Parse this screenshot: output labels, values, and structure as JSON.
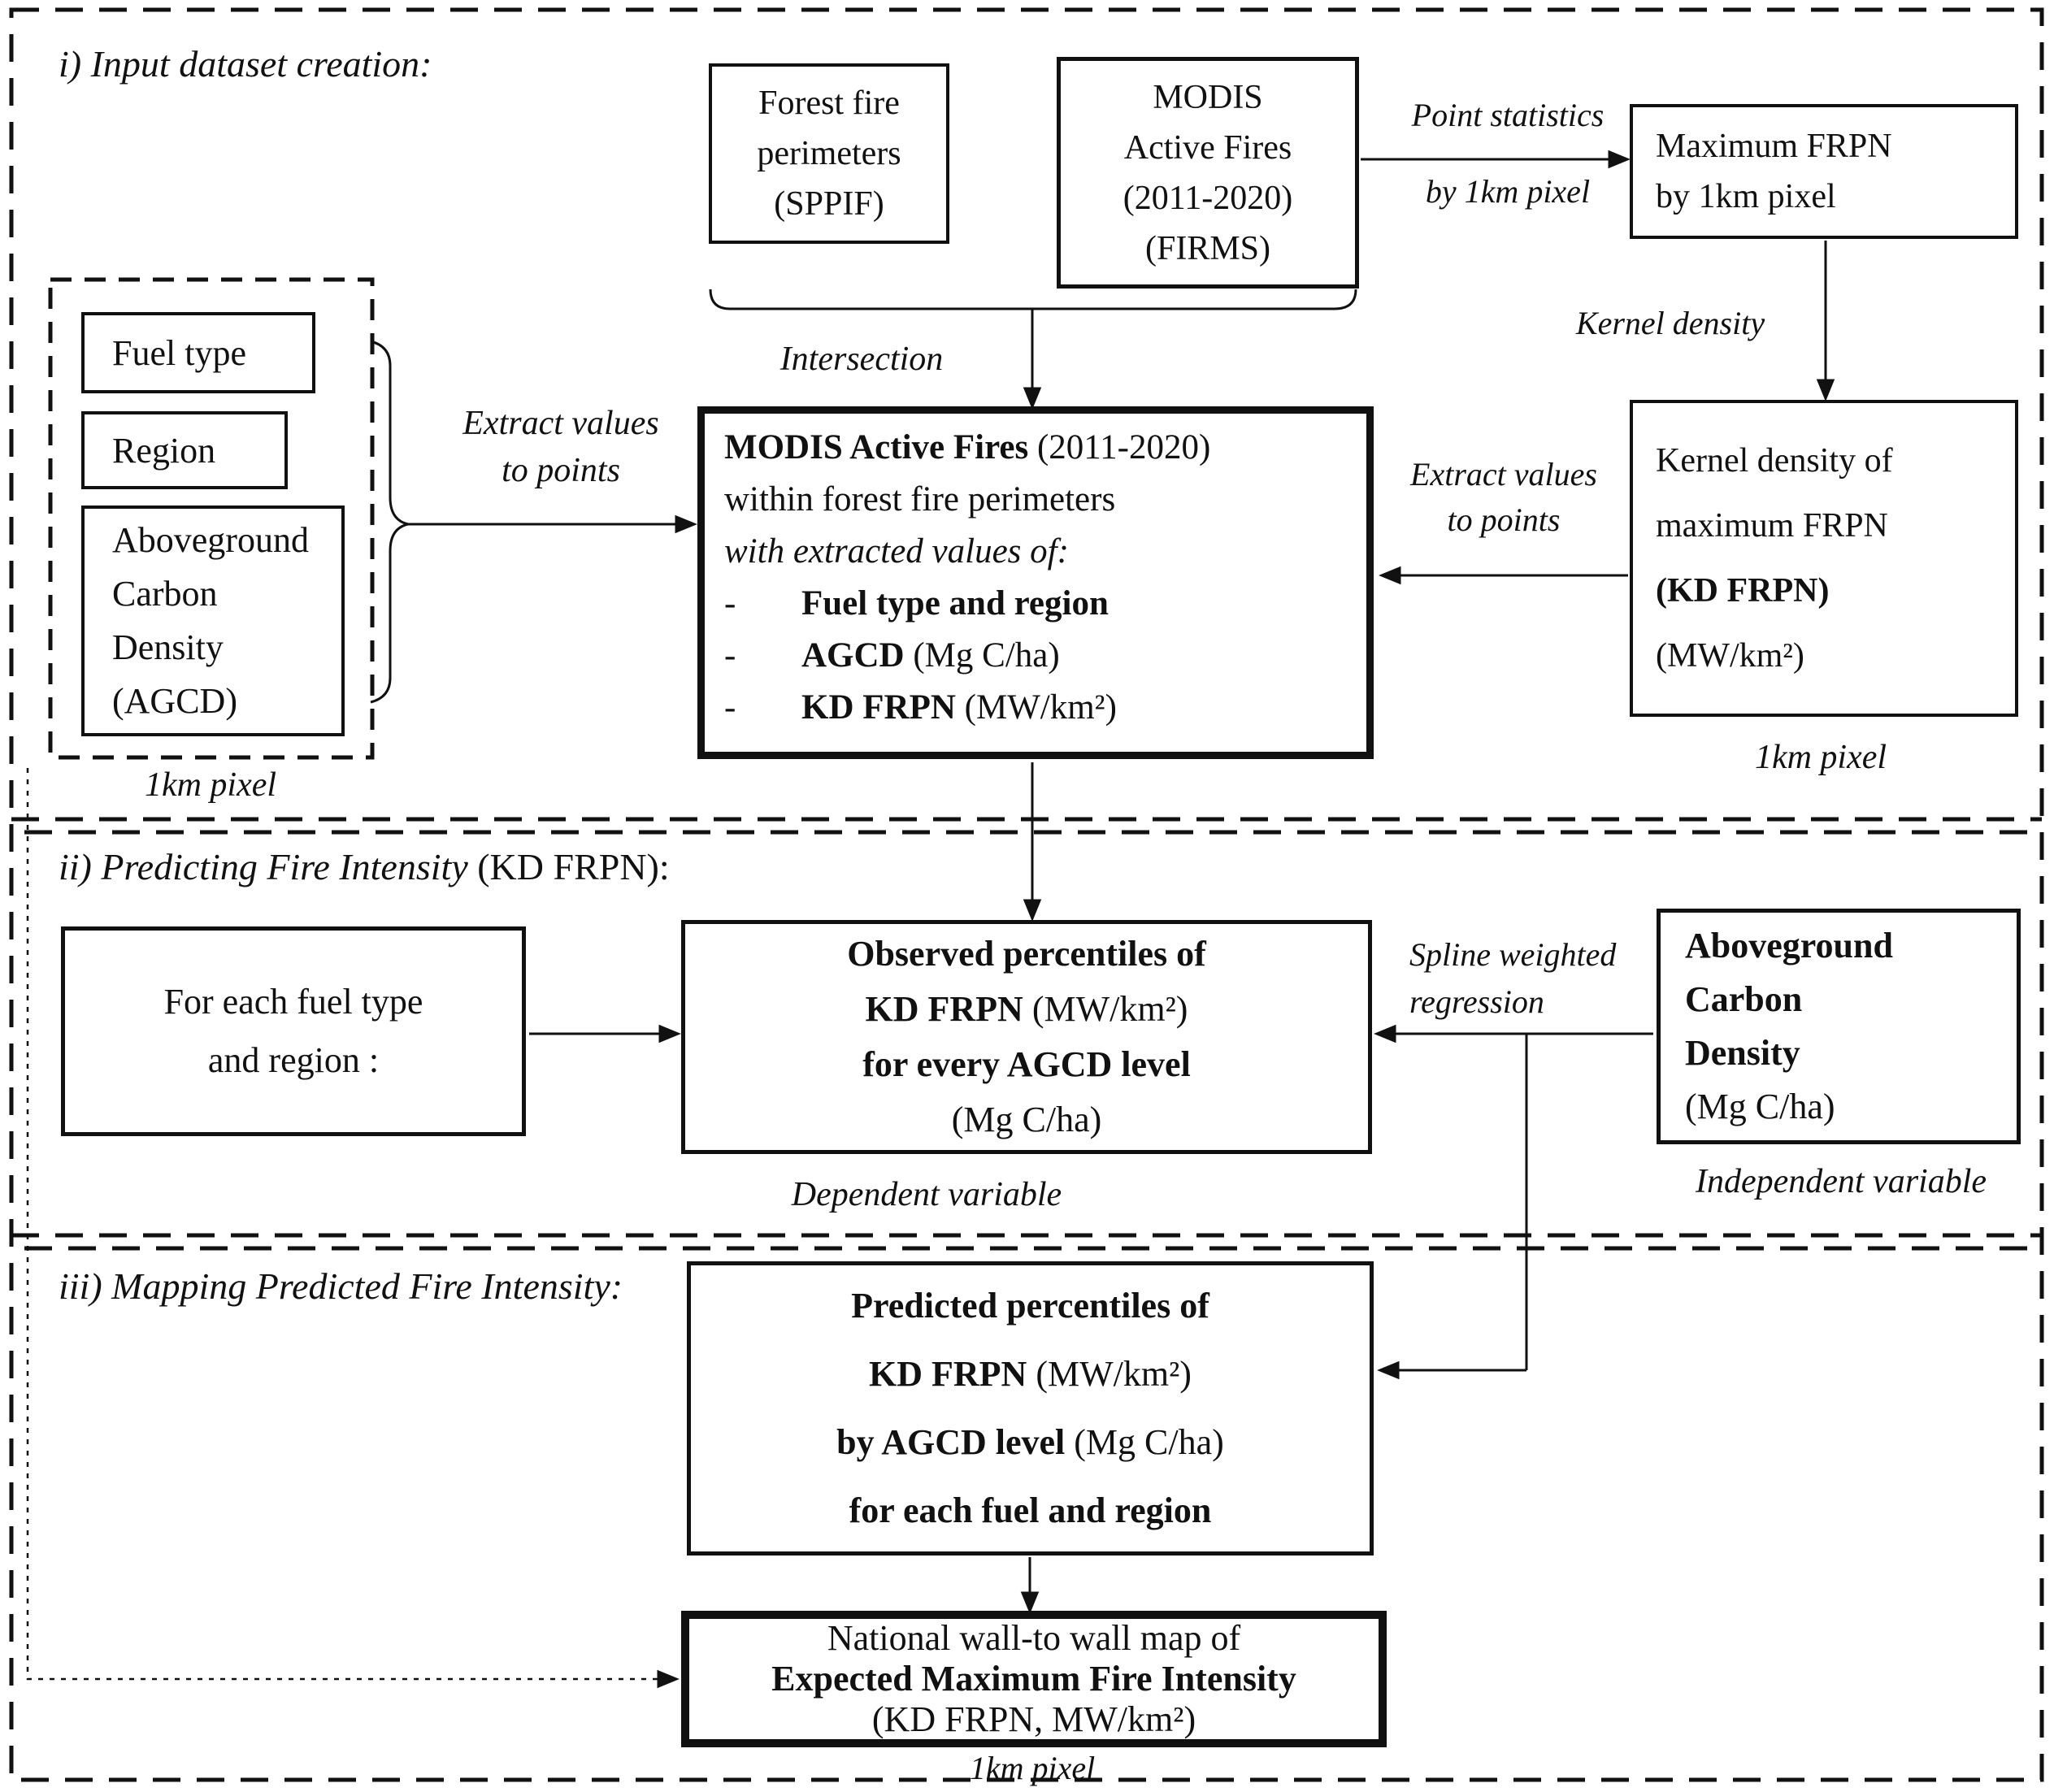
{
  "colors": {
    "ink": "#111111",
    "background": "#ffffff"
  },
  "sections": {
    "i": {
      "title": "i) Input dataset creation:"
    },
    "ii": {
      "title_italic": "ii) Predicting Fire Intensity",
      "title_rest": " (KD FRPN):"
    },
    "iii": {
      "title": "iii) Mapping Predicted Fire Intensity:"
    }
  },
  "boxes": {
    "sppif": {
      "l1": "Forest fire",
      "l2": "perimeters",
      "l3": "(SPPIF)"
    },
    "firms": {
      "l1": "MODIS",
      "l2": "Active Fires",
      "l3": "(2011-2020)",
      "l4": "(FIRMS)"
    },
    "max_frpn": {
      "l1": "Maximum FRPN",
      "l2": "by 1km pixel"
    },
    "kd_frpn": {
      "l1": "Kernel density of",
      "l2": "maximum FRPN",
      "l3": "(KD FRPN)",
      "l4": "(MW/km²)",
      "caption": "1km pixel"
    },
    "inputs": {
      "fuel": "Fuel type",
      "region": "Region",
      "agcd_l1": "Aboveground",
      "agcd_l2": "Carbon",
      "agcd_l3": "Density",
      "agcd_l4": "(AGCD)",
      "caption": "1km pixel"
    },
    "modis_main": {
      "l1_bold": "MODIS Active Fires",
      "l1_rest": " (2011-2020)",
      "l2": "within forest fire perimeters",
      "l3": "with extracted values of:",
      "b1_dash": "-",
      "b1": "Fuel type and region",
      "b2_dash": "-",
      "b2_bold": "AGCD",
      "b2_rest": " (Mg C/ha)",
      "b3_dash": "-",
      "b3_bold": "KD FRPN",
      "b3_rest": " (MW/km²)"
    },
    "foreach": {
      "l1": "For each fuel type",
      "l2": "and region :"
    },
    "observed": {
      "l1": "Observed percentiles of",
      "l2_bold": "KD FRPN",
      "l2_rest": " (MW/km²)",
      "l3": "for every AGCD level",
      "l4": "(Mg C/ha)",
      "caption": "Dependent variable"
    },
    "agcd_ii": {
      "l1": "Aboveground",
      "l2": "Carbon",
      "l3": "Density",
      "l4": "(Mg C/ha)",
      "caption": "Independent variable"
    },
    "predicted": {
      "l1": "Predicted percentiles of",
      "l2_bold": "KD FRPN",
      "l2_rest": " (MW/km²)",
      "l3_bold": "by AGCD level",
      "l3_rest": " (Mg C/ha)",
      "l4": "for each fuel and region"
    },
    "final": {
      "l1": "National wall-to wall map of",
      "l2": "Expected Maximum Fire Intensity",
      "l3": "(KD FRPN, MW/km²)",
      "caption": "1km pixel"
    }
  },
  "labels": {
    "point_statistics_l1": "Point statistics",
    "point_statistics_l2": "by 1km pixel",
    "kernel_density": "Kernel density",
    "intersection": "Intersection",
    "extract_left_l1": "Extract values",
    "extract_left_l2": "to points",
    "extract_right_l1": "Extract values",
    "extract_right_l2": "to points",
    "spline_l1": "Spline weighted",
    "spline_l2": "regression"
  }
}
